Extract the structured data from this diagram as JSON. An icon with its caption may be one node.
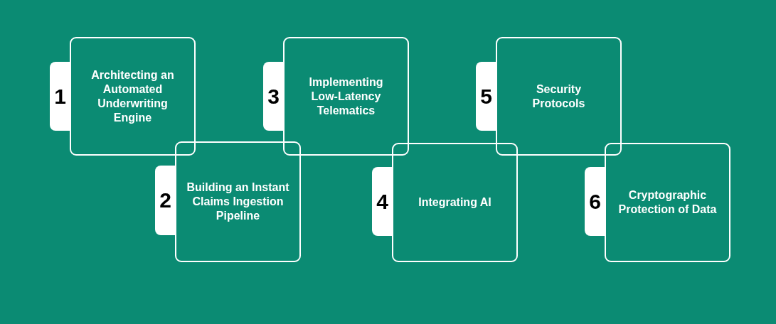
{
  "diagram": {
    "nodes": [
      {
        "text": [
          "1"
        ]
      },
      {
        "text": [
          "Architecting an Automated Underwriting Engine"
        ]
      },
      {
        "text": [
          "2"
        ]
      },
      {
        "text": [
          "Building an Instant Claims Ingestion Pipeline"
        ]
      },
      {
        "text": [
          "3"
        ]
      },
      {
        "text": [
          "Implementing Low-Latency Telematics"
        ]
      },
      {
        "text": [
          "4"
        ]
      },
      {
        "text": [
          "Integrating AI"
        ]
      },
      {
        "text": [
          "5"
        ]
      },
      {
        "text": [
          "Security Protocols"
        ]
      },
      {
        "text": [
          "6"
        ]
      },
      {
        "text": [
          "Cryptographic Protection of Data"
        ]
      }
    ],
    "edges": []
  }
}
